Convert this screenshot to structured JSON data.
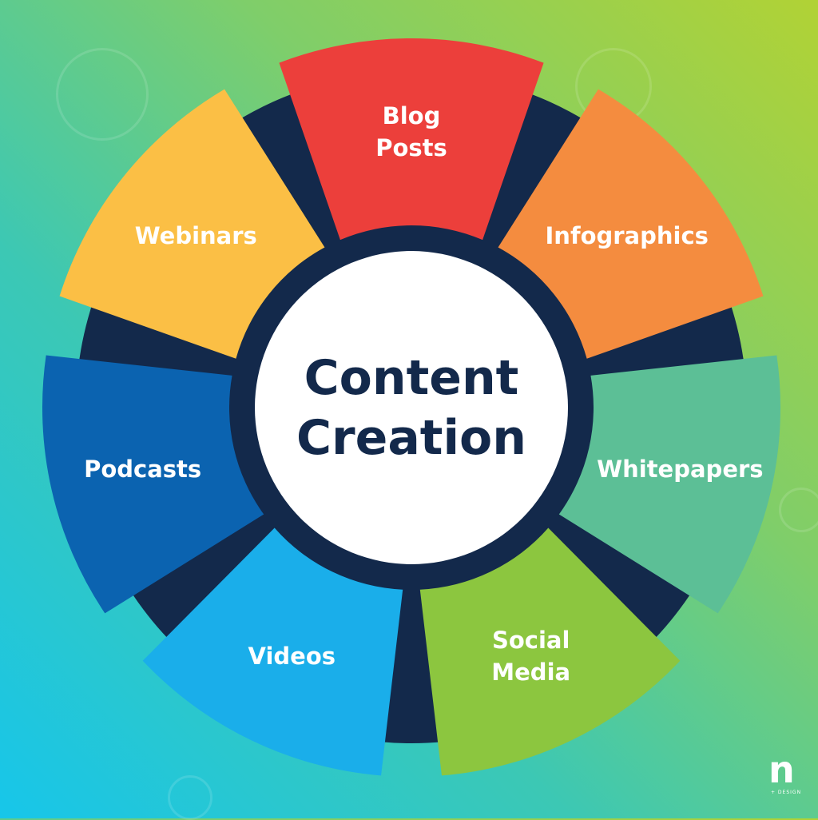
{
  "center": {
    "line1": "Content",
    "line2": "Creation"
  },
  "segments": [
    {
      "lines": [
        "Blog",
        "Posts"
      ],
      "color": "#ec3f3b"
    },
    {
      "lines": [
        "Infographics"
      ],
      "color": "#f48c3f"
    },
    {
      "lines": [
        "Whitepapers"
      ],
      "color": "#5cbf96"
    },
    {
      "lines": [
        "Social",
        "Media"
      ],
      "color": "#8cc63f"
    },
    {
      "lines": [
        "Videos"
      ],
      "color": "#1aaeea"
    },
    {
      "lines": [
        "Podcasts"
      ],
      "color": "#0b63b0"
    },
    {
      "lines": [
        "Webinars"
      ],
      "color": "#fbbf45"
    }
  ],
  "colors": {
    "navy": "#13294b",
    "center_fill": "#ffffff"
  },
  "logo": {
    "mark": "n",
    "sub": "+ DESIGN"
  }
}
